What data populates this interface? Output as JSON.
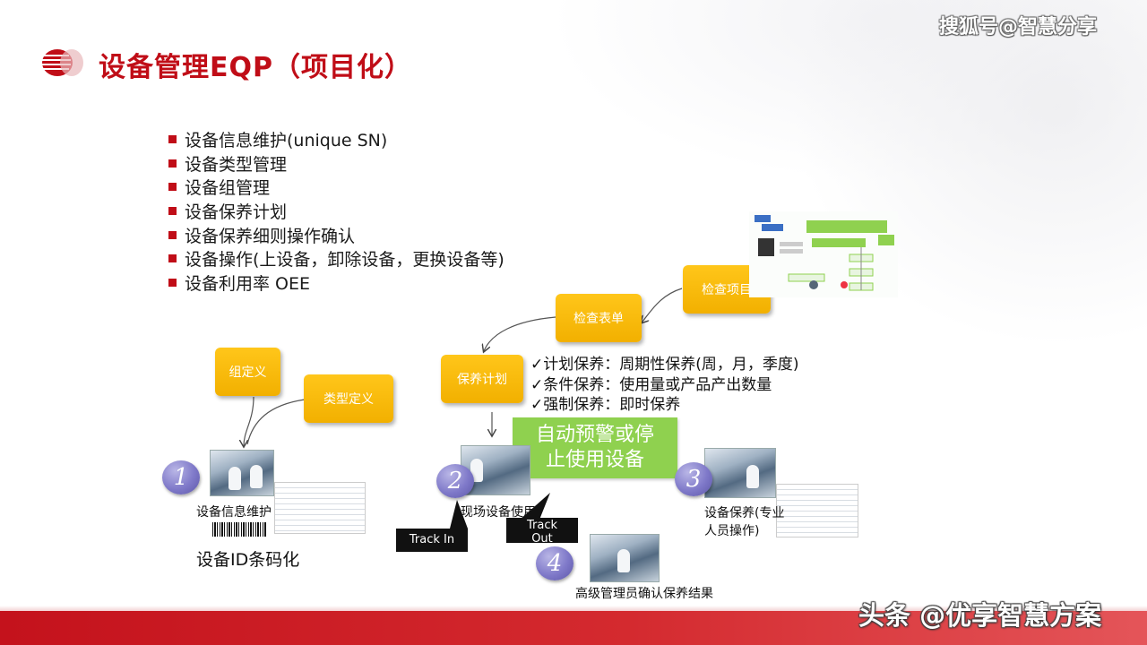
{
  "header": {
    "title": "设备管理EQP（项目化）",
    "watermark_top": "搜狐号@智慧分享",
    "watermark_bottom": "头条 @优享智慧方案"
  },
  "bullets": [
    "设备信息维护(unique  SN)",
    "设备类型管理",
    "设备组管理",
    "设备保养计划",
    "设备保养细则操作确认",
    "设备操作(上设备，卸除设备，更换设备等)",
    "设备利用率 OEE"
  ],
  "boxes": {
    "group_def": "组定义",
    "type_def": "类型定义",
    "maintenance_plan": "保养计划",
    "checklist": "检查表单",
    "check_items": "检查项目"
  },
  "plan_items": [
    "✓计划保养：周期性保养(周，月，季度)",
    "✓条件保养：使用量或产品产出数量",
    "✓强制保养：即时保养"
  ],
  "alert": {
    "line1": "自动预警或停",
    "line2": "止使用设备"
  },
  "steps": [
    {
      "number": "1",
      "caption": "设备信息维护"
    },
    {
      "number": "2",
      "caption": "现场设备使用"
    },
    {
      "number": "3",
      "caption_line1": "设备保养(专业",
      "caption_line2": "人员操作)"
    },
    {
      "number": "4",
      "caption": "高级管理员确认保养结果"
    }
  ],
  "barcode_caption": "设备ID条码化",
  "tags": {
    "track_in": "Track In",
    "track_out_line1": "Track",
    "track_out_line2": "Out"
  },
  "colors": {
    "brand_red": "#c00d17",
    "box_yellow": "#f5b700",
    "alert_green": "#8fd14f",
    "step_purple": "#7f79c9"
  }
}
